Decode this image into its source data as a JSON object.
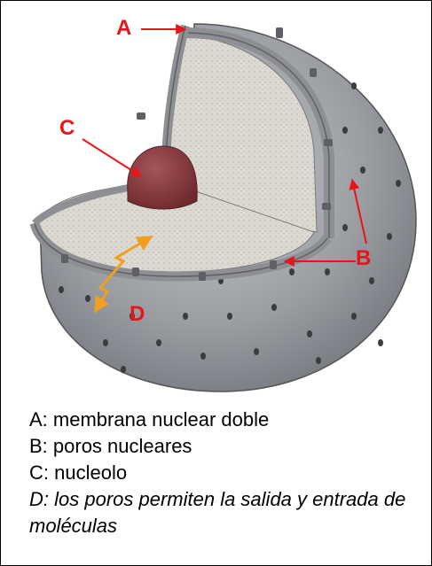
{
  "diagram": {
    "labels": {
      "A": "A",
      "B": "B",
      "C": "C",
      "D": "D"
    },
    "colors": {
      "arrow": "#e8141a",
      "double_arrow": "#f0a020",
      "nucleolus": "#8a3a3a",
      "sphere": "#8e9197",
      "interior": "#d9d6d0"
    }
  },
  "legend": {
    "a": "A: membrana nuclear doble",
    "b": "B: poros nucleares",
    "c": "C: nucleolo",
    "d": "D: los poros permiten la salida y entrada de moléculas"
  }
}
